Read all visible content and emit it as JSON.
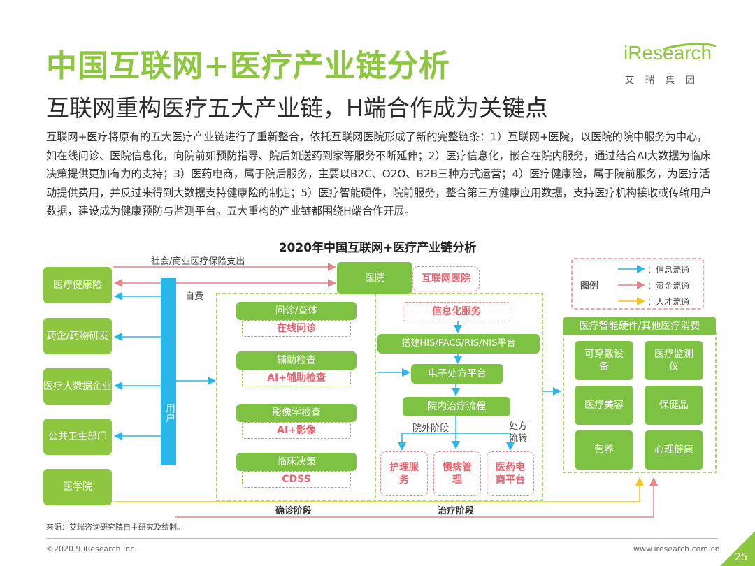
{
  "header": {
    "title": "中国互联网+医疗产业链分析",
    "subtitle": "互联网重构医疗五大产业链，H端合作成为关键点",
    "logo_text": "iResearch",
    "logo_cn": "艾瑞集团"
  },
  "intro": "互联网+医疗将原有的五大医疗产业链进行了重新整合，依托互联网医院形成了新的完整链条：1）互联网+医院，以医院的院中服务为中心，如在线问诊、医院信息化，向院前如预防指导、院后如送药到家等服务不断延伸；2）医疗信息化，嵌合在院内服务，通过结合AI大数据为临床决策提供更加有力的支持；3）医药电商，属于院后服务，主要以B2C、O2O、B2B三种方式运营；4）医疗健康险，属于院前服务，为医疗活动提供费用，并反过来得到大数据支持健康险的制定；5）医疗智能硬件，院前服务，整合第三方健康应用数据，支持医疗机构接收或传输用户数据，建设成为健康预防与监测平台。五大重构的产业链都围绕H端合作开展。",
  "diagram": {
    "title": "2020年中国互联网+医疗产业链分析",
    "left_nodes": [
      "医疗健康险",
      "药企/药物研发",
      "医疗大数据企业",
      "公共卫生部门",
      "医学院"
    ],
    "user": "用户",
    "flow_labels": {
      "insurance": "社会/商业医疗保险支出",
      "self_pay": "自费"
    },
    "hospital": "医院",
    "internet_hospital": "互联网医院",
    "diagnosis": [
      {
        "main": "问诊/查体",
        "sub": "在线问诊"
      },
      {
        "main": "辅助检查",
        "sub": "AI+辅助检查"
      },
      {
        "main": "影像学检查",
        "sub": "AI+影像"
      },
      {
        "main": "临床决策",
        "sub": "CDSS"
      }
    ],
    "diagnosis_stage": "确诊阶段",
    "treatment": {
      "info_service": "信息化服务",
      "platform": "搭建HIS/PACS/RIS/NIS平台",
      "eprescription": "电子处方平台",
      "inpatient_flow": "院内治疗流程",
      "outpatient_label": "院外阶段",
      "prescription_transfer": "处方流转",
      "leaves": [
        "护理服务",
        "慢病管理",
        "医药电商平台"
      ]
    },
    "treatment_stage": "治疗阶段",
    "legend": {
      "title": "图例",
      "items": [
        {
          "label": "：信息流通",
          "color": "#29b6e8"
        },
        {
          "label": "：资金流通",
          "color": "#e9848b"
        },
        {
          "label": "：人才流通",
          "color": "#f5c518"
        }
      ]
    },
    "right_panel": {
      "title": "医疗智能硬件/其他医疗消费",
      "items": [
        "可穿戴设备",
        "医疗监测仪",
        "医疗美容",
        "保健品",
        "营养",
        "心理健康"
      ]
    }
  },
  "footer": {
    "source": "来源：艾瑞咨询研究院自主研究及绘制。",
    "copyright": "©2020.9 iResearch Inc.",
    "url": "www.iresearch.com.cn",
    "page": "25"
  }
}
